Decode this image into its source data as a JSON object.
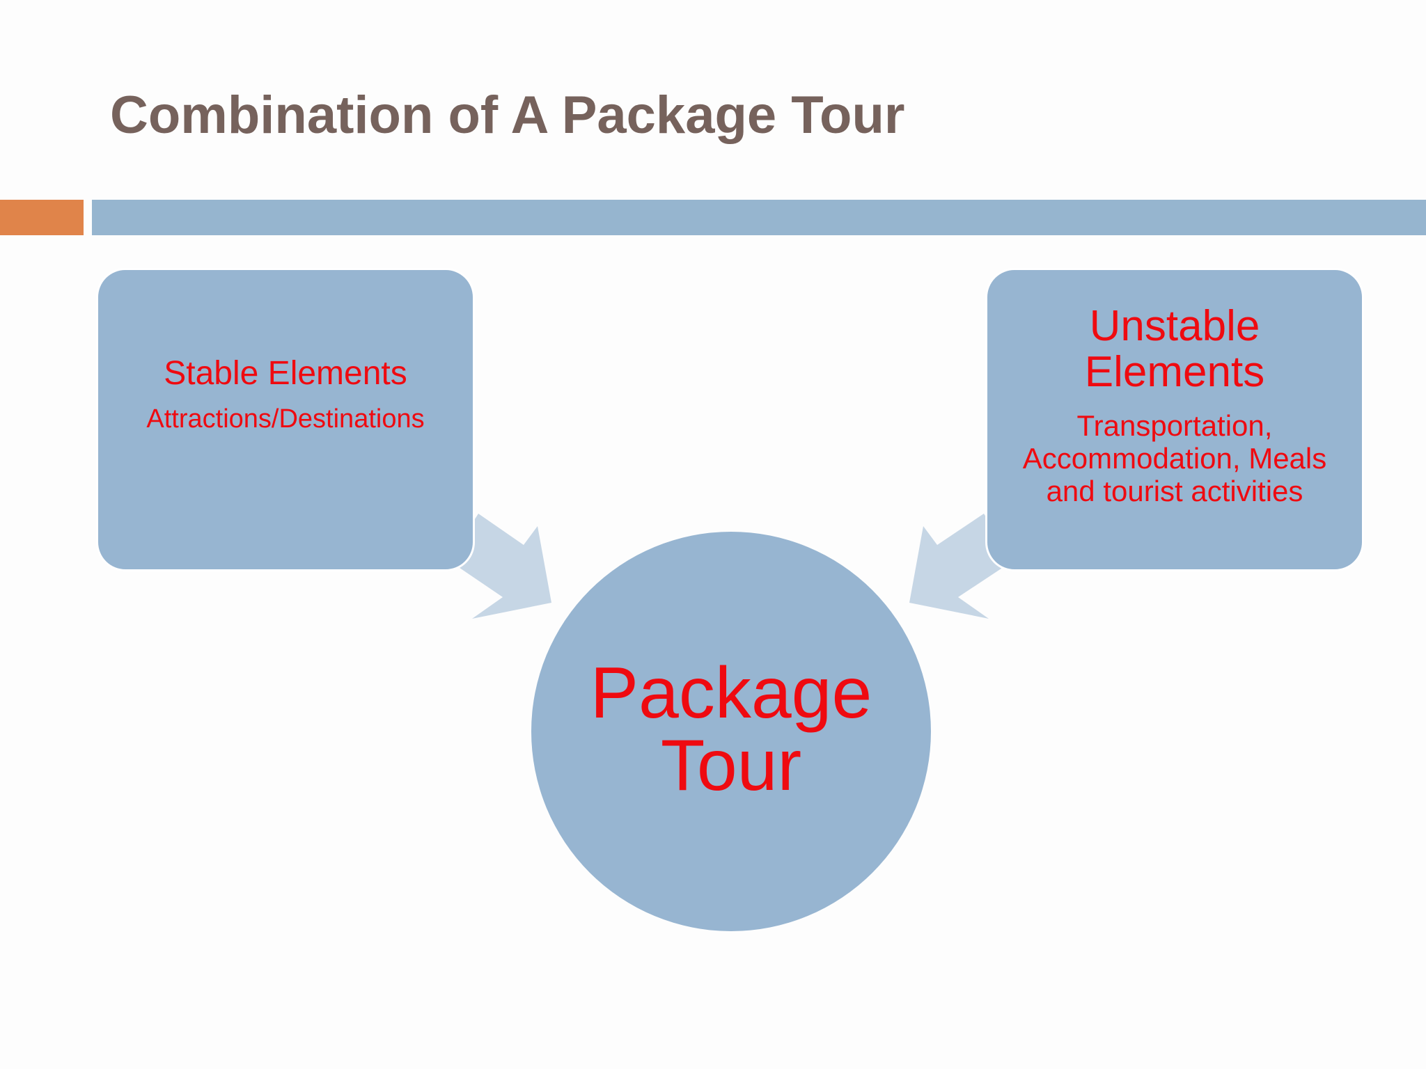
{
  "slide": {
    "title": "Combination of A Package Tour"
  },
  "diagram": {
    "left_box": {
      "heading": "Stable Elements",
      "detail": "Attractions/Destinations"
    },
    "right_box": {
      "heading": "Unstable Elements",
      "detail": "Transportation, Accommodation, Meals and tourist activities"
    },
    "center": {
      "label": "Package Tour"
    }
  },
  "colors": {
    "title_text": "#76625c",
    "accent_orange": "#e0844a",
    "bar_blue": "#96b5cf",
    "shape_fill": "#97b5d1",
    "arrow_fill": "#c6d6e5",
    "label_red": "#ef0a10",
    "background": "#fdfdfd"
  }
}
